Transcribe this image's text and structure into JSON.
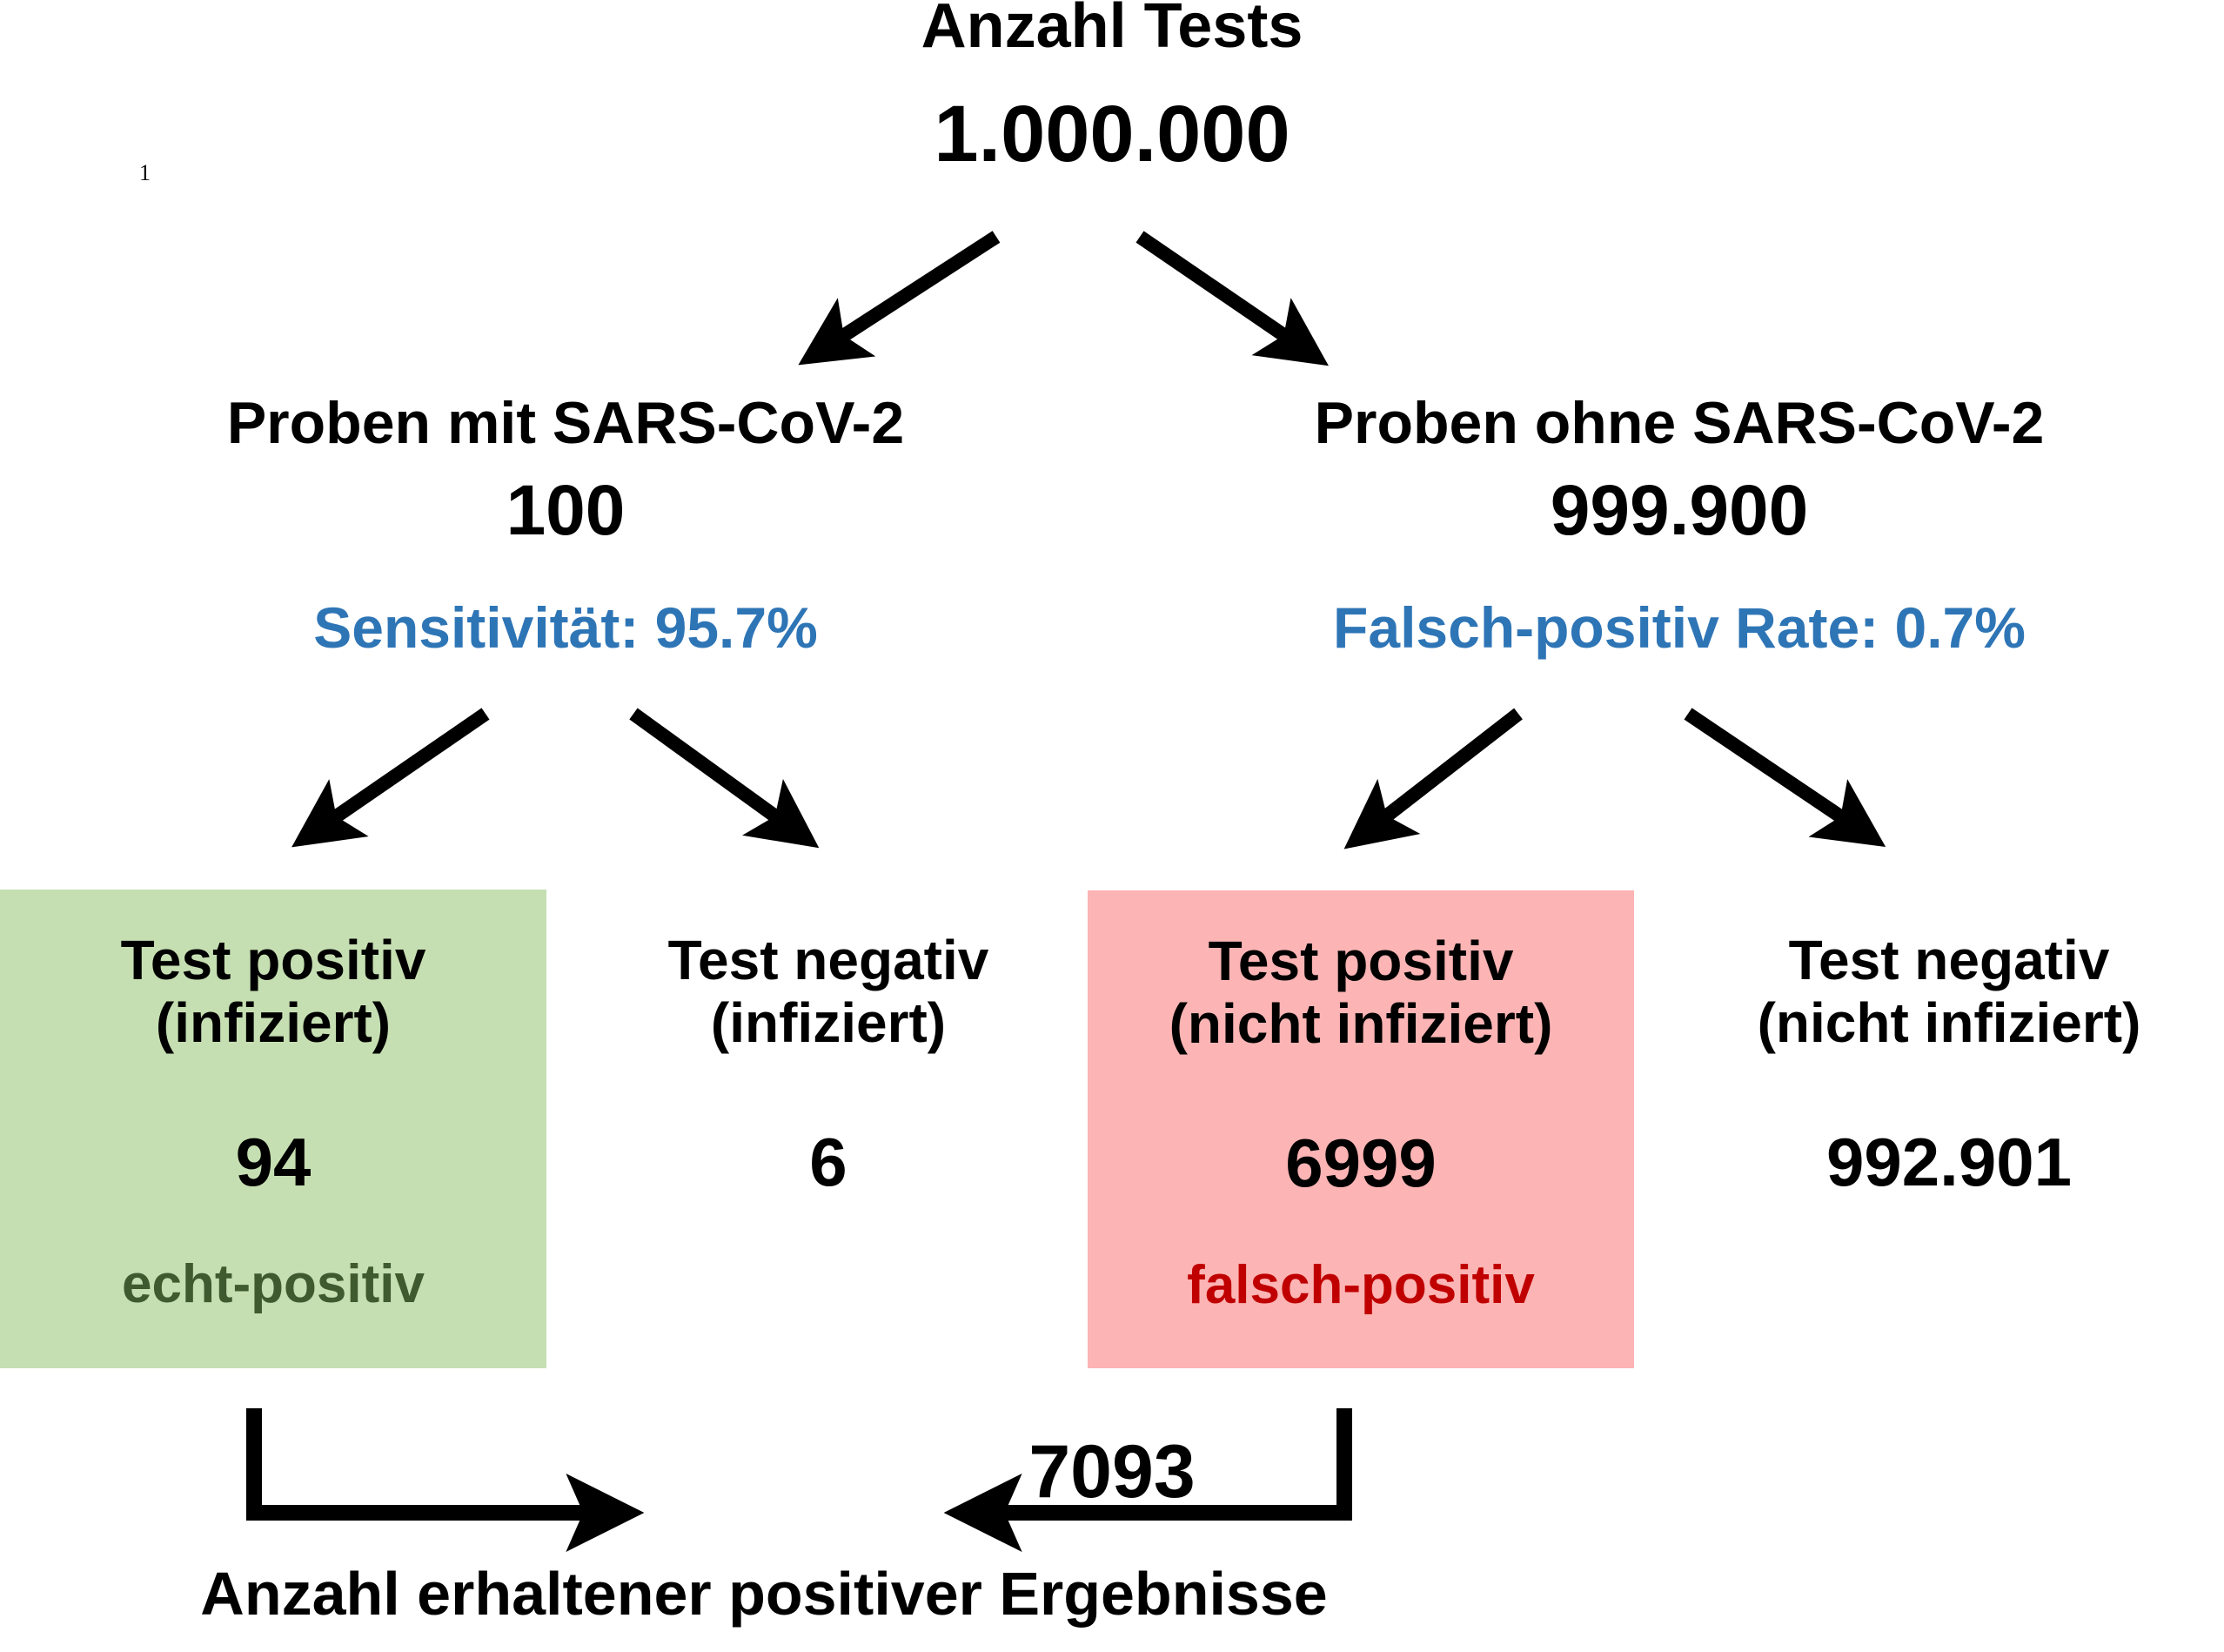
{
  "root": {
    "label": "Anzahl Tests",
    "value": "1.000.000",
    "footnote_marker": "1"
  },
  "branches": [
    {
      "label": "Proben mit SARS-CoV-2",
      "value": "100",
      "rate_label": "Sensitivität: 95.7%"
    },
    {
      "label": "Proben ohne SARS-CoV-2",
      "value": "999.900",
      "rate_label": "Falsch-positiv Rate: 0.7%"
    }
  ],
  "outcomes": [
    {
      "title_line1": "Test positiv",
      "title_line2": "(infiziert)",
      "value": "94",
      "note": "echt-positiv"
    },
    {
      "title_line1": "Test negativ",
      "title_line2": "(infiziert)",
      "value": "6",
      "note": ""
    },
    {
      "title_line1": "Test positiv",
      "title_line2": "(nicht infiziert)",
      "value": "6999",
      "note": "falsch-positiv"
    },
    {
      "title_line1": "Test negativ",
      "title_line2": "(nicht infiziert)",
      "value": "992.901",
      "note": ""
    }
  ],
  "total": {
    "value": "7093",
    "caption": "Anzahl erhaltener positiver Ergebnisse"
  },
  "colors": {
    "true_positive_bg": "#c6dfb2",
    "false_positive_bg": "#fcb4b4",
    "true_positive_text": "#3f5a2f",
    "false_positive_text": "#c00000",
    "rate_text": "#2e75b6",
    "arrow": "#000000",
    "background": "#ffffff"
  },
  "chart_data": {
    "type": "diagram",
    "title": "Anzahl Tests",
    "total_tests": 1000000,
    "nodes": [
      {
        "id": "root",
        "label": "Anzahl Tests",
        "value": 1000000
      },
      {
        "id": "with-virus",
        "label": "Proben mit SARS-CoV-2",
        "value": 100,
        "rate": "Sensitivität: 95.7%"
      },
      {
        "id": "without-virus",
        "label": "Proben ohne SARS-CoV-2",
        "value": 999900,
        "rate": "Falsch-positiv Rate: 0.7%"
      },
      {
        "id": "true-positive",
        "label": "Test positiv (infiziert)",
        "value": 94,
        "note": "echt-positiv"
      },
      {
        "id": "false-negative",
        "label": "Test negativ (infiziert)",
        "value": 6
      },
      {
        "id": "false-positive",
        "label": "Test positiv (nicht infiziert)",
        "value": 6999,
        "note": "falsch-positiv"
      },
      {
        "id": "true-negative",
        "label": "Test negativ (nicht infiziert)",
        "value": 992901
      },
      {
        "id": "total-positive",
        "label": "Anzahl erhaltener positiver Ergebnisse",
        "value": 7093
      }
    ],
    "edges": [
      {
        "from": "root",
        "to": "with-virus"
      },
      {
        "from": "root",
        "to": "without-virus"
      },
      {
        "from": "with-virus",
        "to": "true-positive"
      },
      {
        "from": "with-virus",
        "to": "false-negative"
      },
      {
        "from": "without-virus",
        "to": "false-positive"
      },
      {
        "from": "without-virus",
        "to": "true-negative"
      },
      {
        "from": "true-positive",
        "to": "total-positive"
      },
      {
        "from": "false-positive",
        "to": "total-positive"
      }
    ]
  }
}
